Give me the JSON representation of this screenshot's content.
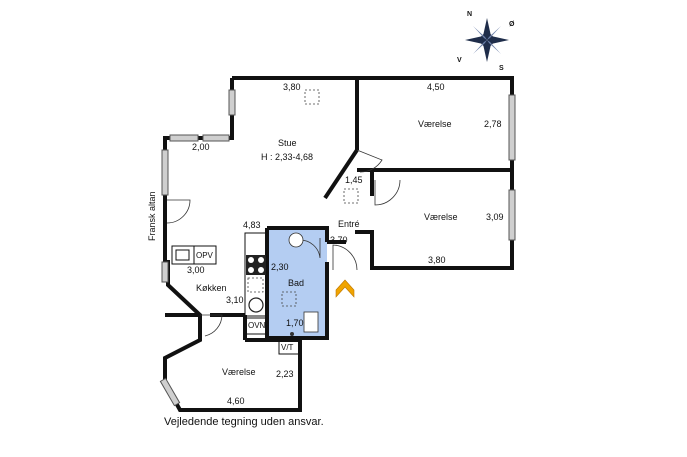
{
  "compass": {
    "n": "N",
    "s": "S",
    "v": "V",
    "o": "Ø"
  },
  "rooms": {
    "stue": {
      "name": "Stue",
      "height": "H : 2,33-4,68",
      "width": "3,80"
    },
    "vaerelse_top": {
      "name": "Værelse",
      "width": "4,50",
      "depth": "2,78"
    },
    "vaerelse_mid": {
      "name": "Værelse",
      "width": "3,80",
      "depth": "3,09"
    },
    "vaerelse_bottom": {
      "name": "Værelse",
      "width": "4,60",
      "depth": "2,23"
    },
    "entre": {
      "name": "Entré",
      "width": "3,70",
      "closet": "1,45"
    },
    "bad": {
      "name": "Bad",
      "width": "1,70",
      "depth": "2,30"
    },
    "kokken": {
      "name": "Køkken",
      "width": "3,10",
      "counter": "4,83",
      "depth": "3,00"
    }
  },
  "labels": {
    "balcony": "Fransk altan",
    "window_span": "2,00",
    "opv": "OPV",
    "ovn": "OVN",
    "vt": "V/T"
  },
  "disclaimer": "Vejledende tegning uden ansvar."
}
